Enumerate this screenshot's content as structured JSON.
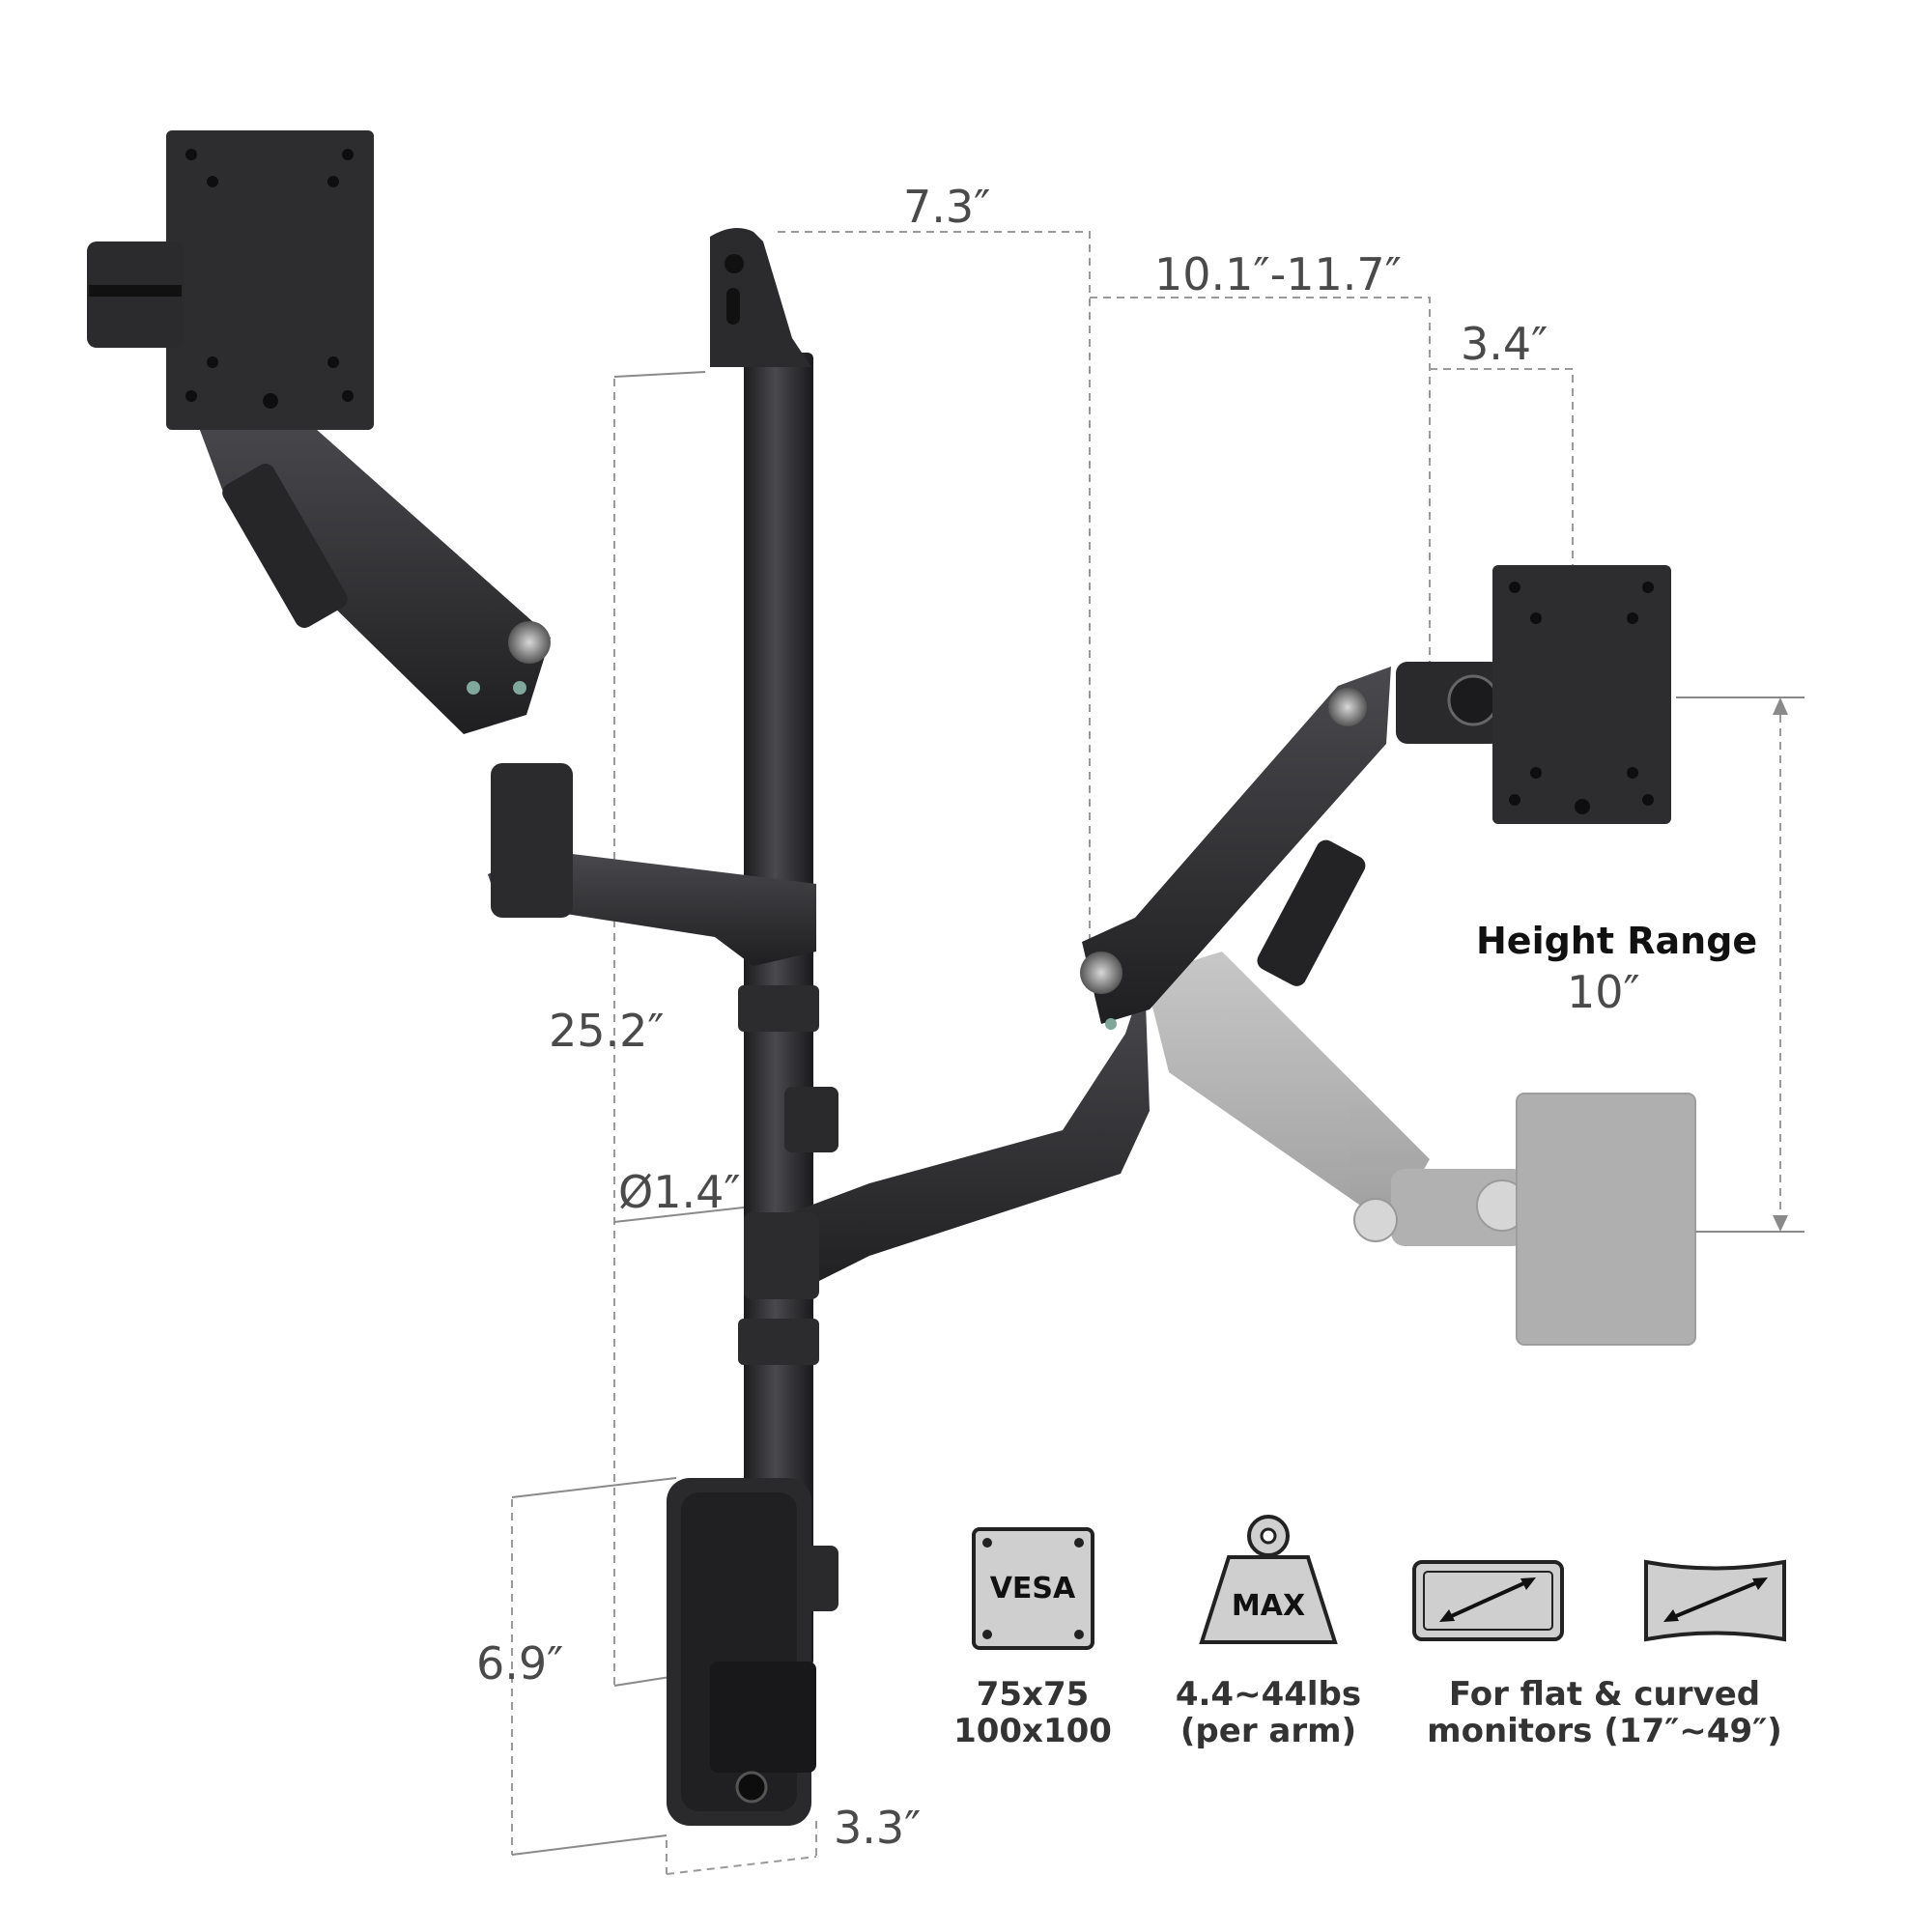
{
  "dimensions": {
    "top_post_offset": "7.3″",
    "arm_reach": "10.1″-11.7″",
    "vesa_offset": "3.4″",
    "pole_height": "25.2″",
    "pole_diameter": "Ø1.4″",
    "plate_height": "6.9″",
    "plate_width": "3.3″"
  },
  "height_range": {
    "title": "Height Range",
    "value": "10″"
  },
  "specs": {
    "vesa": {
      "badge": "VESA",
      "line1": "75x75",
      "line2": "100x100"
    },
    "load": {
      "badge": "MAX",
      "line1": "4.4~44lbs",
      "line2": "(per arm)"
    },
    "monitors": {
      "line1": "For flat & curved",
      "line2": "monitors (17″~49″)"
    }
  },
  "colors": {
    "metal_dark": "#262628",
    "metal_mid": "#3a3a3d",
    "ghost": "#9c9c9c",
    "dimension_line": "#9a9a9a",
    "text": "#4a4a4a"
  }
}
